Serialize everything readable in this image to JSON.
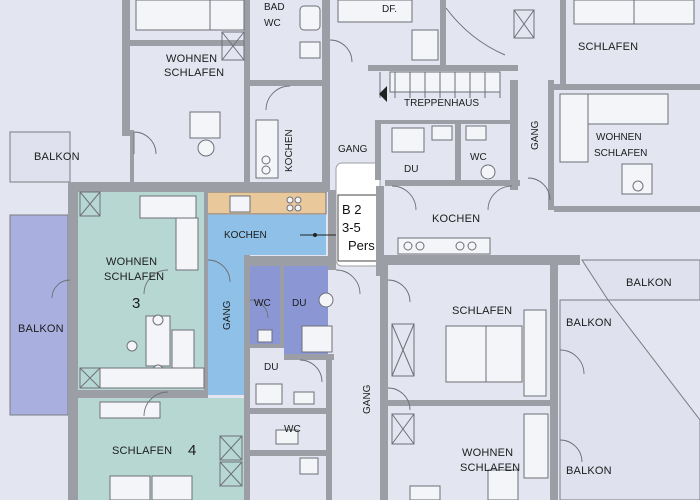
{
  "plan": {
    "colors": {
      "background": "#e3e6f1",
      "walls": "#9c9ea6",
      "unit_green": "#b7d8d2",
      "corridor_blue": "#8fc1e8",
      "bath_blue": "#8a97d4",
      "kitchen_tan": "#e9c89c",
      "balcony": "#d7dae8",
      "balcony_left": "#a9b0df",
      "callout": "#ffffff"
    },
    "callout": {
      "line1": "B 2",
      "line2": "3-5",
      "line3": "Pers"
    },
    "labels": {
      "wohnen_schlafen_top": [
        "WOHNEN",
        "SCHLAFEN"
      ],
      "bad_wc": [
        "BAD",
        "WC"
      ],
      "df": "DF.",
      "schlafen_top_right": "SCHLAFEN",
      "balkon_top_left": "BALKON",
      "kochen_vertical": "KOCHEN",
      "gang_center_top": "GANG",
      "treppenhaus": "TREPPENHAUS",
      "du_top": "DU",
      "wc_top": "WC",
      "gang_right_vertical": "GANG",
      "wohnen_schlafen_right": [
        "WOHNEN",
        "SCHLAFEN"
      ],
      "kochen_center": "KOCHEN",
      "kochen_left": "KOCHEN",
      "wohnen_schlafen_3": [
        "WOHNEN",
        "SCHLAFEN"
      ],
      "room_num_3": "3",
      "balkon_left": "BALKON",
      "gang_blue": "GANG",
      "wc_blue": "WC",
      "du_blue": "DU",
      "du_lower": "DU",
      "wc_lower": "WC",
      "gang_lower": "GANG",
      "schlafen_4": "SCHLAFEN",
      "room_num_4": "4",
      "schlafen_center": "SCHLAFEN",
      "balkon_right_1": "BALKON",
      "balkon_right_2": "BALKON",
      "balkon_right_3": "BALKON",
      "wohnen_schlafen_bottom": [
        "WOHNEN",
        "SCHLAFEN"
      ]
    }
  }
}
